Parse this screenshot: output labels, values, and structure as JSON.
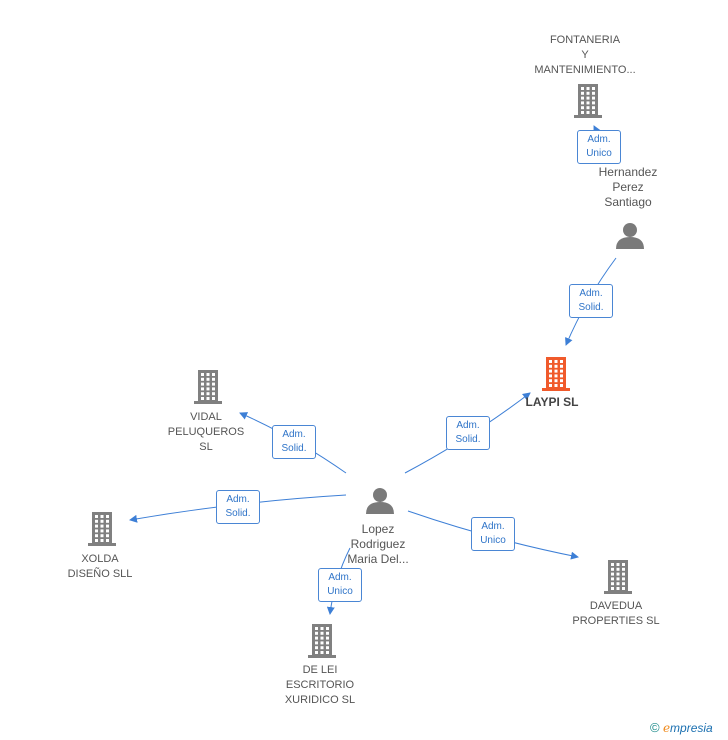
{
  "nodes": {
    "fontaneria": {
      "lines": [
        "FONTANERIA",
        "Y",
        "MANTENIMIENTO..."
      ],
      "kind": "company"
    },
    "hernandez": {
      "lines": [
        "Hernandez",
        "Perez",
        "Santiago"
      ],
      "kind": "person"
    },
    "laypi": {
      "lines": [
        "LAYPI SL"
      ],
      "kind": "company-focus"
    },
    "vidal": {
      "lines": [
        "VIDAL",
        "PELUQUEROS",
        "SL"
      ],
      "kind": "company"
    },
    "lopez": {
      "lines": [
        "Lopez",
        "Rodriguez",
        "Maria Del..."
      ],
      "kind": "person"
    },
    "xolda": {
      "lines": [
        "XOLDA",
        "DISEÑO SLL"
      ],
      "kind": "company"
    },
    "davedua": {
      "lines": [
        "DAVEDUA",
        "PROPERTIES SL"
      ],
      "kind": "company"
    },
    "delei": {
      "lines": [
        "DE LEI",
        "ESCRITORIO",
        "XURIDICO SL"
      ],
      "kind": "company"
    }
  },
  "edges": [
    {
      "from": "hernandez",
      "to": "fontaneria",
      "role": [
        "Adm.",
        "Unico"
      ]
    },
    {
      "from": "hernandez",
      "to": "laypi",
      "role": [
        "Adm.",
        "Solid."
      ]
    },
    {
      "from": "lopez",
      "to": "laypi",
      "role": [
        "Adm.",
        "Solid."
      ]
    },
    {
      "from": "lopez",
      "to": "vidal",
      "role": [
        "Adm.",
        "Solid."
      ]
    },
    {
      "from": "lopez",
      "to": "xolda",
      "role": [
        "Adm.",
        "Solid."
      ]
    },
    {
      "from": "lopez",
      "to": "davedua",
      "role": [
        "Adm.",
        "Unico"
      ]
    },
    {
      "from": "lopez",
      "to": "delei",
      "role": [
        "Adm.",
        "Unico"
      ]
    }
  ],
  "colors": {
    "edge": "#3d7fd6",
    "company_icon": "#808080",
    "focus_icon": "#f05a2b",
    "person_icon": "#7a7a7a",
    "label_text": "#555555",
    "badge_text": "#2f74c8"
  },
  "watermark": {
    "symbol": "©",
    "brand_initial": "e",
    "brand_rest": "mpresia"
  }
}
